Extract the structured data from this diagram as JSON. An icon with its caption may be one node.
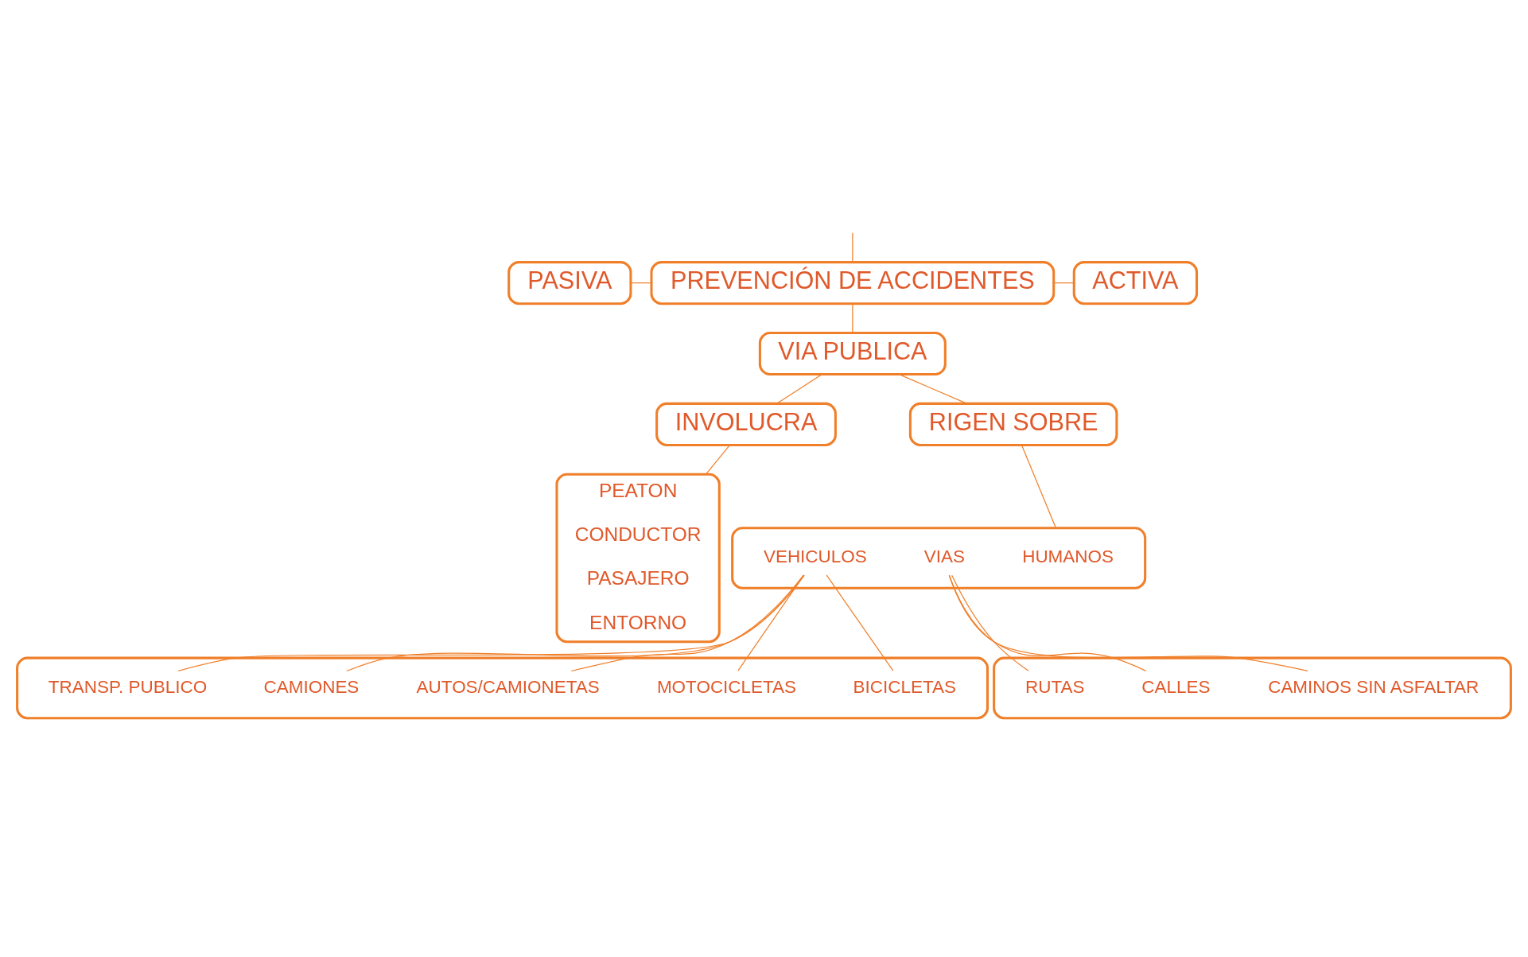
{
  "diagram": {
    "nodes": [
      {
        "text": [
          "PREVENCIÓN DE ACCIDENTES"
        ]
      },
      {
        "text": [
          "PASIVA"
        ]
      },
      {
        "text": [
          "ACTIVA"
        ]
      },
      {
        "text": [
          "VIA PUBLICA"
        ]
      },
      {
        "text": [
          "INVOLUCRA"
        ]
      },
      {
        "text": [
          "RIGEN SOBRE"
        ]
      },
      {
        "text": [
          "PEATON",
          "CONDUCTOR",
          "PASAJERO",
          "ENTORNO"
        ]
      },
      {
        "text": [],
        "shape": "box"
      },
      {
        "text": [
          "HUMANOS"
        ],
        "in": 7
      },
      {
        "text": [
          "VEHICULOS"
        ],
        "in": 7
      },
      {
        "text": [
          "VIAS"
        ],
        "in": 7
      },
      {
        "text": [],
        "shape": "box"
      },
      {
        "text": [
          "BICICLETAS"
        ],
        "in": 11
      },
      {
        "text": [
          "MOTOCICLETAS"
        ],
        "in": 11
      },
      {
        "text": [
          "AUTOS/CAMIONETAS"
        ],
        "in": 11
      },
      {
        "text": [
          "CAMIONES"
        ],
        "in": 11
      },
      {
        "text": [
          "TRANSP. PUBLICO"
        ],
        "in": 11
      },
      {
        "text": [],
        "shape": "box"
      },
      {
        "text": [
          "CAMINOS SIN ASFALTAR"
        ],
        "in": 17
      },
      {
        "text": [
          "CALLES"
        ],
        "in": 17
      },
      {
        "text": [
          "RUTAS"
        ],
        "in": 17
      }
    ],
    "edges": [
      {
        "from": null,
        "to": 0,
        "arrow": "none"
      },
      {
        "from": 1,
        "to": 0,
        "arrow": "none"
      },
      {
        "from": 0,
        "to": 2,
        "arrow": "none"
      },
      {
        "from": 0,
        "to": 3,
        "arrow": "none"
      },
      {
        "from": 3,
        "to": 4,
        "arrow": "none"
      },
      {
        "from": 3,
        "to": 5,
        "arrow": "none"
      },
      {
        "from": 4,
        "to": 6,
        "arrow": "none"
      },
      {
        "from": 5,
        "to": 7,
        "arrow": "none"
      },
      {
        "from": 9,
        "to": 12,
        "arrow": "none"
      },
      {
        "from": 9,
        "to": 13,
        "arrow": "none"
      },
      {
        "from": 9,
        "to": 14,
        "arrow": "none"
      },
      {
        "from": 9,
        "to": 15,
        "arrow": "none"
      },
      {
        "from": 9,
        "to": 16,
        "arrow": "none"
      },
      {
        "from": 10,
        "to": 18,
        "arrow": "none"
      },
      {
        "from": 10,
        "to": 19,
        "arrow": "none"
      },
      {
        "from": 10,
        "to": 20,
        "arrow": "none"
      }
    ]
  }
}
